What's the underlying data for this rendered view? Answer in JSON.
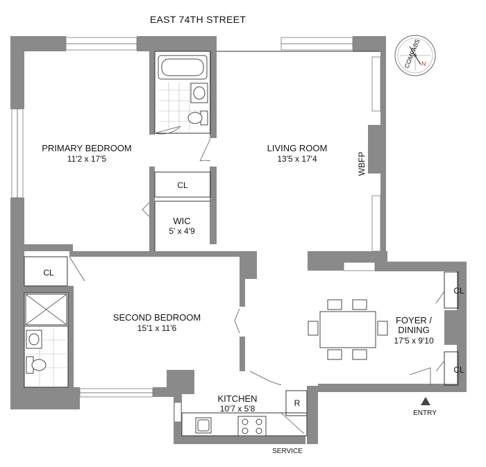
{
  "street": "EAST 74TH STREET",
  "compass": {
    "label": "COMPASS",
    "north": "N"
  },
  "rooms": {
    "primary_bedroom": {
      "name": "PRIMARY BEDROOM",
      "dims": "11'2 x 17'5"
    },
    "living_room": {
      "name": "LIVING ROOM",
      "dims": "13'5 x 17'4"
    },
    "wic": {
      "name": "WIC",
      "dims": "5' x 4'9"
    },
    "second_bedroom": {
      "name": "SECOND BEDROOM",
      "dims": "15'1 x 11'6"
    },
    "foyer": {
      "name1": "FOYER /",
      "name2": "DINING",
      "dims": "17'5 x 9'10"
    },
    "kitchen": {
      "name": "KITCHEN",
      "dims": "10'7 x 5'8"
    }
  },
  "labels": {
    "cl": "CL",
    "wbfp": "WBFP",
    "refrigerator": "R",
    "entry": "ENTRY",
    "service": "SERVICE"
  }
}
